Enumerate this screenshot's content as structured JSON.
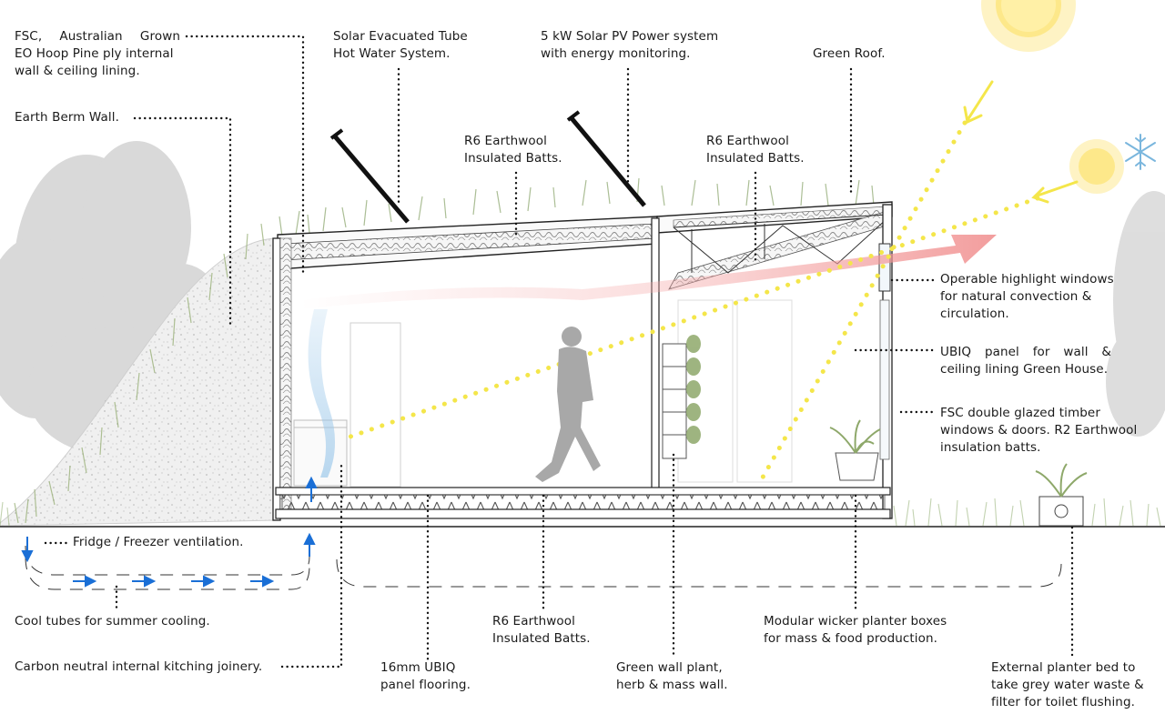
{
  "labels": {
    "fsc_hoop_pine": [
      "FSC, Australian Grown",
      "EO Hoop Pine ply internal",
      "wall & ceiling lining."
    ],
    "earth_berm": [
      "Earth Berm Wall."
    ],
    "solar_hot_water": [
      "Solar Evacuated Tube",
      "Hot Water System."
    ],
    "solar_pv": [
      "5 kW Solar PV Power system",
      "with energy monitoring."
    ],
    "green_roof": [
      "Green Roof."
    ],
    "r6_batts_left": [
      "R6 Earthwool",
      "Insulated Batts."
    ],
    "r6_batts_right": [
      "R6 Earthwool",
      "Insulated Batts."
    ],
    "highlight_windows": [
      "Operable highlight windows",
      "for natural convection &",
      "circulation."
    ],
    "ubiq_greenhouse": [
      "UBIQ panel for wall &",
      "ceiling lining Green House."
    ],
    "glazed_windows": [
      "FSC double glazed timber",
      "windows & doors. R2 Earthwool",
      "insulation batts."
    ],
    "fridge_vent": [
      "Fridge / Freezer ventilation."
    ],
    "cool_tubes": [
      "Cool tubes for summer cooling."
    ],
    "kitchen_joinery": [
      "Carbon neutral internal kitching joinery."
    ],
    "ubiq_flooring": [
      "16mm UBIQ",
      "panel flooring."
    ],
    "r6_batts_floor": [
      "R6 Earthwool",
      "Insulated Batts."
    ],
    "green_wall": [
      "Green wall plant,",
      "herb & mass wall."
    ],
    "wicker_planters": [
      "Modular wicker planter boxes",
      "for mass & food production."
    ],
    "external_planter": [
      "External planter bed to",
      "take grey water waste &",
      "filter for toilet flushing."
    ]
  },
  "colors": {
    "sun": "#fde88a",
    "sunlight_dots": "#f4e64a",
    "airflow_warm": "#f4a4a4",
    "airflow_cool": "#9cc8ea",
    "vent_arrow": "#1a6fd6",
    "snowflake": "#7ab6dd",
    "earth_berm": "#eeeeee",
    "tree": "#d3d3d3",
    "grass": "#8ea86a",
    "structure": "#222222",
    "leader": "#111111"
  },
  "icons": [
    "sun-icon",
    "winter-sun-icon",
    "snowflake-icon",
    "person-icon",
    "plant-icon",
    "vent-arrow-icon"
  ]
}
